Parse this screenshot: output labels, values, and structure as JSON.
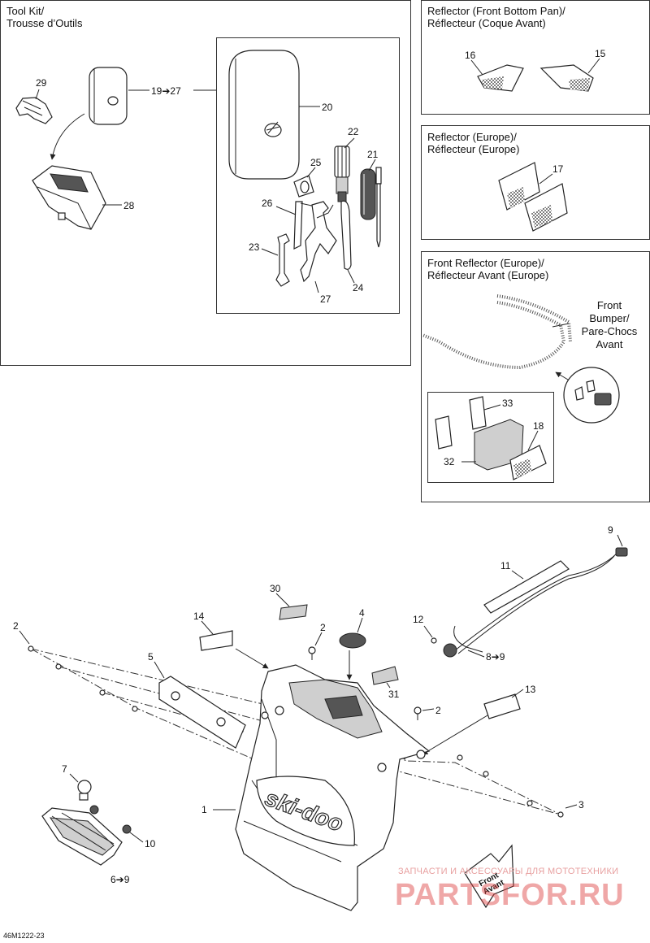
{
  "panels": {
    "tool_kit": {
      "title_line1": "Tool Kit/",
      "title_line2": "Trousse d’Outils"
    },
    "reflector_front_bottom": {
      "title_line1": "Reflector (Front Bottom Pan)/",
      "title_line2": "Réflecteur (Coque Avant)"
    },
    "reflector_europe": {
      "title_line1": "Reflector (Europe)/",
      "title_line2": "Réflecteur (Europe)"
    },
    "front_reflector_europe": {
      "title_line1": "Front Reflector (Europe)/",
      "title_line2": "Réflecteur Avant (Europe)"
    }
  },
  "front_bumper_label": {
    "line1": "Front",
    "line2": "Bumper/",
    "line3": "Pare-Chocs",
    "line4": "Avant"
  },
  "front_avant_label": {
    "line1": "Front",
    "line2": "Avant"
  },
  "callouts": {
    "c29": "29",
    "c19_27": "19➔27",
    "c20": "20",
    "c28": "28",
    "c22": "22",
    "c25": "25",
    "c21": "21",
    "c26": "26",
    "c23": "23",
    "c24": "24",
    "c27": "27",
    "c16": "16",
    "c15": "15",
    "c17": "17",
    "c33": "33",
    "c18": "18",
    "c32": "32",
    "c9": "9",
    "c11": "11",
    "c30": "30",
    "c14": "14",
    "c4": "4",
    "c12": "12",
    "c2a": "2",
    "c2b": "2",
    "c2c": "2",
    "c8_9": "8➔9",
    "c5": "5",
    "c31": "31",
    "c13": "13",
    "c7": "7",
    "c1": "1",
    "c3": "3",
    "c10": "10",
    "c6_9": "6➔9"
  },
  "brand_logo_text": "ski-doo",
  "watermark": {
    "caption": "ЗАПЧАСТИ И АКСЕССУАРЫ ДЛЯ МОТОТЕХНИКИ",
    "brand": "PARTSFOR.RU"
  },
  "diagram_code": "46M1222-23"
}
